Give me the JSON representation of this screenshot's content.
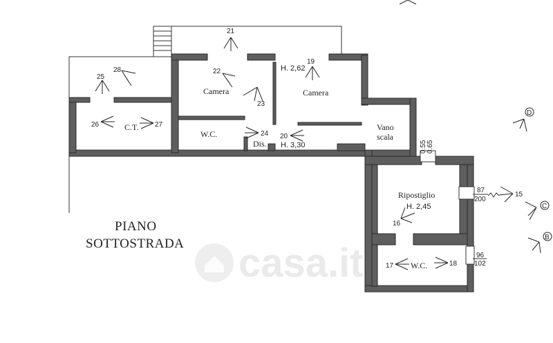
{
  "floor_title_line1": "PIANO",
  "floor_title_line2": "SOTTOSTRADA",
  "watermark": "casa.it",
  "rooms": {
    "camera_left": "Camera",
    "camera_right": "Camera",
    "ct": "C.T.",
    "wc_upper": "W.C.",
    "dis": "Dis.",
    "vano_line1": "Vano",
    "vano_line2": "scala",
    "ripostiglio": "Ripostiglio",
    "wc_lower": "W.C."
  },
  "heights": {
    "camera": "H. 2,62",
    "dis": "H. 3,30",
    "ripostiglio": "H. 2,45"
  },
  "window_dims": {
    "rip_top": "87",
    "rip_bottom": "200",
    "wc_top": "96",
    "wc_bottom": "102",
    "stair_a": "0.55",
    "stair_b": "0.65"
  },
  "camera_points": [
    "16",
    "17",
    "18",
    "19",
    "20",
    "21",
    "22",
    "23",
    "24",
    "25",
    "26",
    "27",
    "28"
  ],
  "compass_points": [
    "B",
    "C",
    "D"
  ]
}
